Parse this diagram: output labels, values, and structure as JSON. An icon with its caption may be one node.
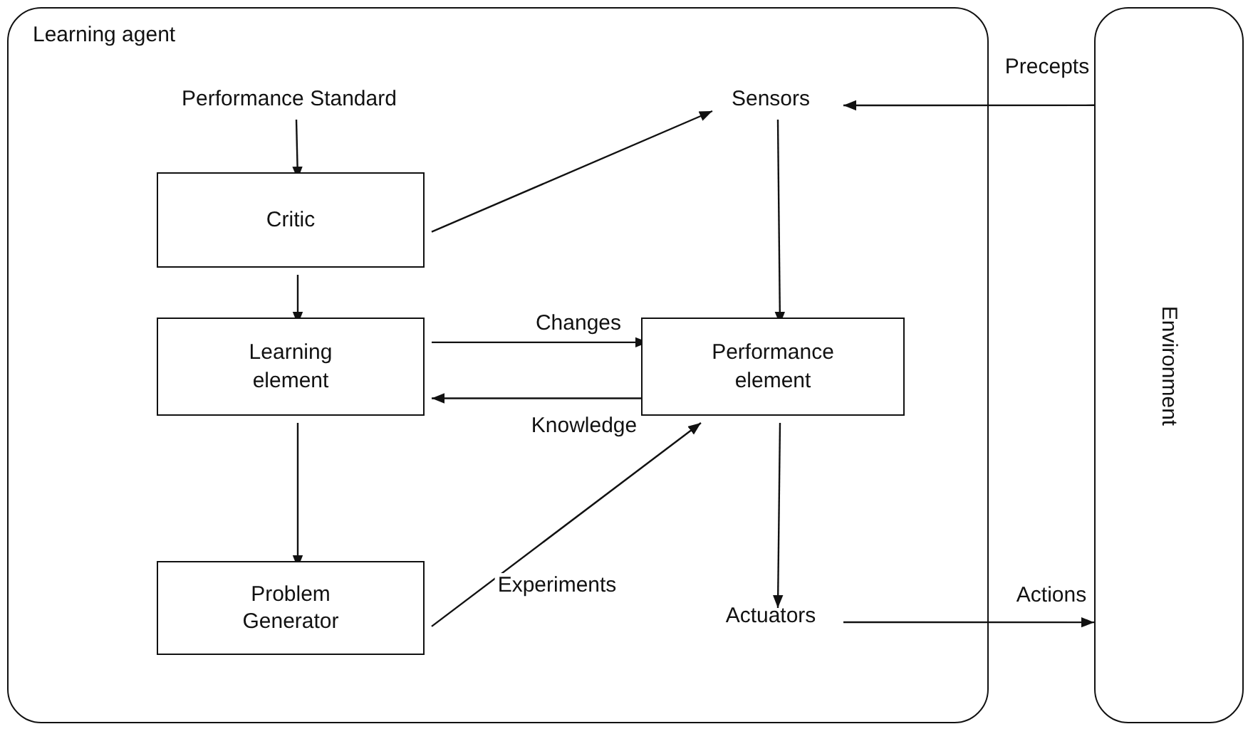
{
  "diagram": {
    "nodes": [
      {
        "text": [
          "Learning agent"
        ]
      },
      {
        "text": [
          "Performance Standard"
        ],
        "in": 0
      },
      {
        "text": [
          "Critic"
        ],
        "in": 0
      },
      {
        "text": [
          "Learning element"
        ],
        "in": 0
      },
      {
        "text": [
          "Problem Generator"
        ],
        "in": 0
      },
      {
        "text": [
          "Performance element"
        ],
        "in": 0
      },
      {
        "text": [
          "Sensors"
        ],
        "in": 0
      },
      {
        "text": [
          "Actuators"
        ],
        "in": 0
      },
      {
        "text": [
          "Environment"
        ]
      }
    ],
    "edges": [
      {
        "from": 1,
        "to": 2,
        "arrow": "to"
      },
      {
        "from": 2,
        "to": 3,
        "arrow": "to"
      },
      {
        "from": 3,
        "to": 4,
        "arrow": "to"
      },
      {
        "from": 3,
        "to": 5,
        "arrow": "to",
        "label": "Changes"
      },
      {
        "from": 5,
        "to": 3,
        "arrow": "to",
        "label": "Knowledge"
      },
      {
        "from": 2,
        "to": 6,
        "arrow": "to"
      },
      {
        "from": 4,
        "to": 5,
        "arrow": "to",
        "label": "Experiments"
      },
      {
        "from": 6,
        "to": 5,
        "arrow": "to"
      },
      {
        "from": 5,
        "to": 7,
        "arrow": "to"
      },
      {
        "from": 8,
        "to": 6,
        "arrow": "to",
        "label": "Precepts"
      },
      {
        "from": 7,
        "to": 8,
        "arrow": "to",
        "label": "Actions"
      }
    ]
  }
}
